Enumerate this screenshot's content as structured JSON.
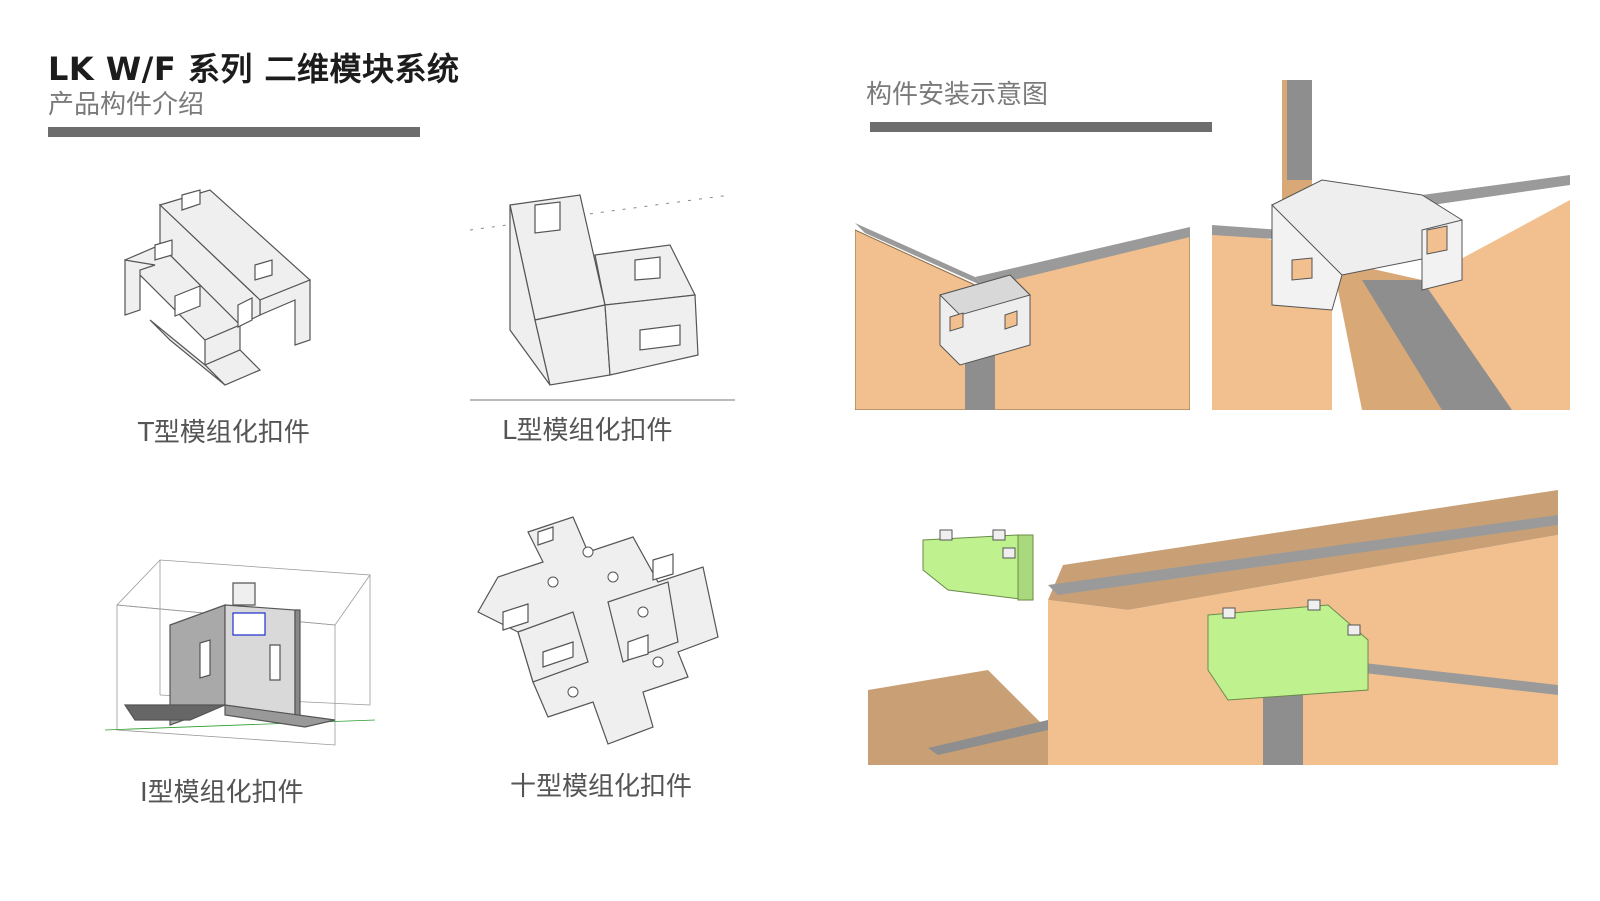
{
  "header": {
    "title": "LK W/F 系列 二维模块系统",
    "subtitle": "产品构件介绍"
  },
  "right_section": {
    "title": "构件安装示意图"
  },
  "components": [
    {
      "caption": "T型模组化扣件"
    },
    {
      "caption": "L型模组化扣件"
    },
    {
      "caption": "I型模组化扣件"
    },
    {
      "caption": "十型模组化扣件"
    }
  ],
  "colors": {
    "panel": "#f2c08f",
    "panel_shadow": "#d9a877",
    "rail": "#8e8e8e",
    "connector": "#bff28f",
    "bar": "#6d6d6d"
  }
}
